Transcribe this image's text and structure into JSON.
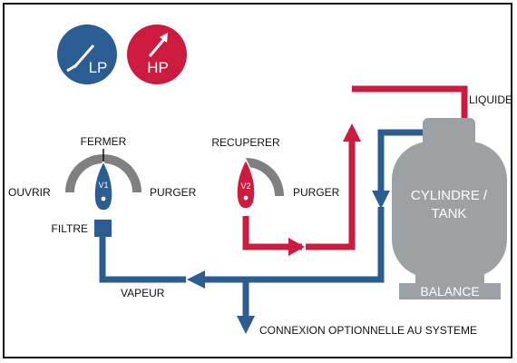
{
  "gauges": {
    "lp": {
      "label": "LP",
      "color": "#2b5d93",
      "icon": "needle-low-icon"
    },
    "hp": {
      "label": "HP",
      "color": "#cc1b3f",
      "icon": "needle-high-icon"
    }
  },
  "valve1": {
    "label": "V1",
    "top": "FERMER",
    "left": "OUVRIR",
    "right": "PURGER",
    "color": "#2b5d93"
  },
  "valve2": {
    "label": "V2",
    "top": "RECUPERER",
    "right": "PURGER",
    "color": "#cc1b3f"
  },
  "filter": {
    "label": "FILTRE"
  },
  "tank": {
    "line1": "CYLINDRE /",
    "line2": "TANK",
    "scale": "BALANCE",
    "color": "#9ea1a3"
  },
  "lines": {
    "liquid": "LIQUIDE",
    "vapor": "VAPEUR",
    "optional": "CONNEXION OPTIONNELLE AU SYSTEME",
    "liquid_color": "#cc1b3f",
    "vapor_color": "#2b5d93"
  }
}
